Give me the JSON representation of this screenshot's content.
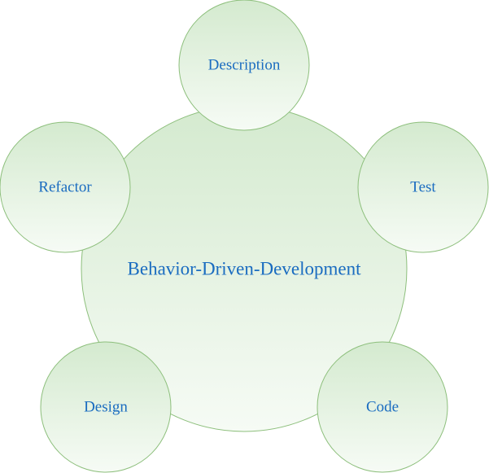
{
  "diagram": {
    "center": {
      "label": "Behavior-Driven-Development"
    },
    "nodes": [
      {
        "id": "description",
        "label": "Description"
      },
      {
        "id": "test",
        "label": "Test"
      },
      {
        "id": "code",
        "label": "Code"
      },
      {
        "id": "design",
        "label": "Design"
      },
      {
        "id": "refactor",
        "label": "Refactor"
      }
    ]
  },
  "colors": {
    "stroke": "#8dbf7c",
    "fill_top": "#d4eacf",
    "fill_bottom": "#f6fbf5",
    "text": "#1a6cc0"
  }
}
